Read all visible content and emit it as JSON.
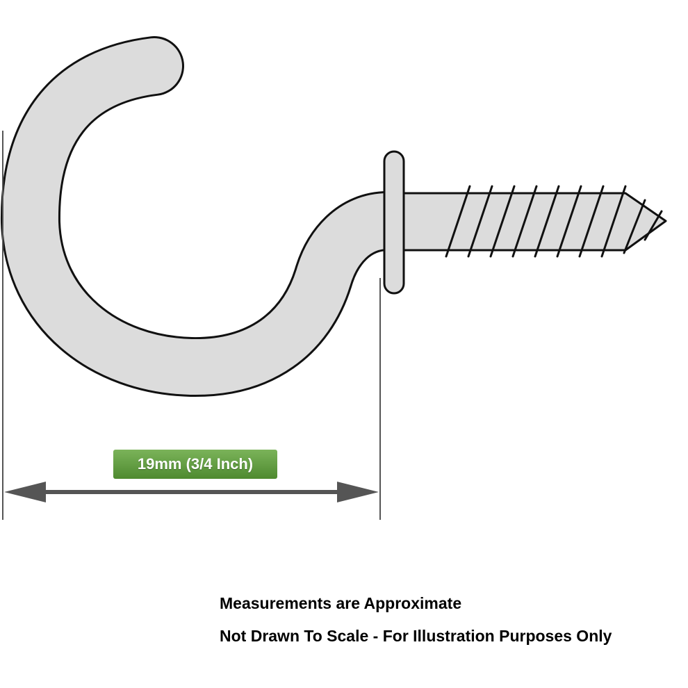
{
  "dimension": {
    "label": "19mm (3/4 Inch)",
    "label_color": "#5a9a3a"
  },
  "notes": {
    "line1": "Measurements are Approximate",
    "line2": "Not Drawn To Scale - For Illustration Purposes Only"
  },
  "colors": {
    "hook_fill": "#dcdcdc",
    "outline": "#111111",
    "dimension_line": "#555555"
  }
}
